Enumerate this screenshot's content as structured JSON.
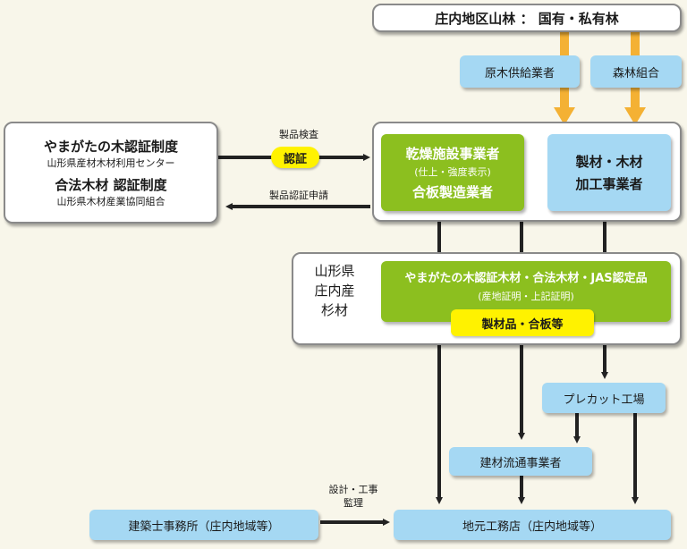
{
  "top_source": "庄内地区山林 ： 国有・私有林",
  "suppliers": {
    "log_supplier": "原木供給業者",
    "forestry_coop": "森林組合"
  },
  "certification": {
    "title1": "やまがたの木認証制度",
    "org1": "山形県産材木材利用センター",
    "title2": "合法木材 認証制度",
    "org2": "山形県木材産業協同組合"
  },
  "labels": {
    "inspection": "製品検査",
    "cert_badge": "認証",
    "cert_application": "製品認証申請",
    "design": "設計・工事",
    "supervision": "監理"
  },
  "processing": {
    "drying_title": "乾燥施設事業者",
    "drying_sub": "(仕上・強度表示)",
    "plywood": "合板製造業者",
    "sawmill_line1": "製材・木材",
    "sawmill_line2": "加工事業者"
  },
  "products": {
    "side_line1": "山形県",
    "side_line2": "庄内産",
    "side_line3": "杉材",
    "certified_title": "やまがたの木認証木材・合法木材・JAS認定品",
    "certified_sub": "(産地証明・上記証明)",
    "products_pill": "製材品・合板等"
  },
  "downstream": {
    "precut": "プレカット工場",
    "distribution": "建材流通事業者",
    "architect": "建築士事務所（庄内地域等）",
    "builder": "地元工務店（庄内地域等）"
  },
  "colors": {
    "background": "#f8f6ea",
    "blue": "#a5d8f3",
    "green": "#8cbf1f",
    "yellow": "#fff200",
    "orange": "#f4b134",
    "arrow": "#222222"
  }
}
